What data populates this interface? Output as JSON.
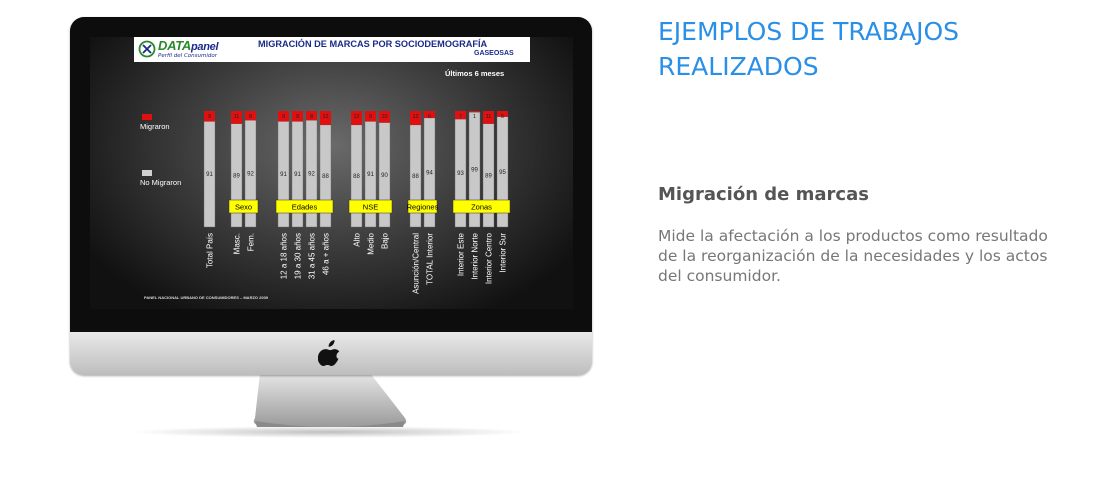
{
  "page": {
    "heading": "EJEMPLOS DE TRABAJOS REALIZADOS",
    "subheading": "Migración de marcas",
    "description": "Mide la afectación a los productos como resultado de la reorganización de la necesidades y los actos del consumidor."
  },
  "device": {
    "brand_icon": "apple-logo-icon"
  },
  "slide": {
    "logo_word_1": "DATA",
    "logo_word_2": "panel",
    "logo_subtitle": "Perfil del Consumidor",
    "title": "MIGRACIÓN DE MARCAS POR SOCIODEMOGRAFÍA",
    "subtitle": "GASEOSAS",
    "period": "Últimos 6 meses",
    "footer": "PANEL NACIONAL URBANO DE CONSUMIDORES – MARZO 2009",
    "legend": [
      {
        "label": "Migraron",
        "color": "#e01010"
      },
      {
        "label": "No Migraron",
        "color": "#c8c8c8"
      }
    ]
  },
  "chart_data": {
    "type": "bar",
    "stacked": true,
    "categories": [
      "Total País",
      "Masc.",
      "Fem.",
      "12 a 18 años",
      "19 a 30 años",
      "31 a 45 años",
      "46 a + años",
      "Alto",
      "Medio",
      "Bajo",
      "Asunción/Central",
      "TOTAL Interior",
      "Interior Este",
      "Interior Norte",
      "Interior Centro",
      "Interior Sur"
    ],
    "groups": [
      {
        "label": "Sexo",
        "categories": [
          1,
          2
        ]
      },
      {
        "label": "Edades",
        "categories": [
          3,
          4,
          5,
          6
        ]
      },
      {
        "label": "NSE",
        "categories": [
          7,
          8,
          9
        ]
      },
      {
        "label": "Regiones",
        "categories": [
          10,
          11
        ]
      },
      {
        "label": "Zonas",
        "categories": [
          12,
          13,
          14,
          15
        ]
      }
    ],
    "series": [
      {
        "name": "No Migraron",
        "color": "#c8c8c8",
        "values": [
          91,
          89,
          92,
          91,
          91,
          92,
          88,
          88,
          91,
          90,
          88,
          94,
          93,
          99,
          89,
          95
        ]
      },
      {
        "name": "Migraron",
        "color": "#e01010",
        "values": [
          9,
          11,
          8,
          9,
          9,
          8,
          12,
          12,
          9,
          10,
          12,
          6,
          7,
          1,
          11,
          5
        ]
      }
    ],
    "ylim": [
      0,
      100
    ],
    "group_label_color": "#ffff00"
  }
}
